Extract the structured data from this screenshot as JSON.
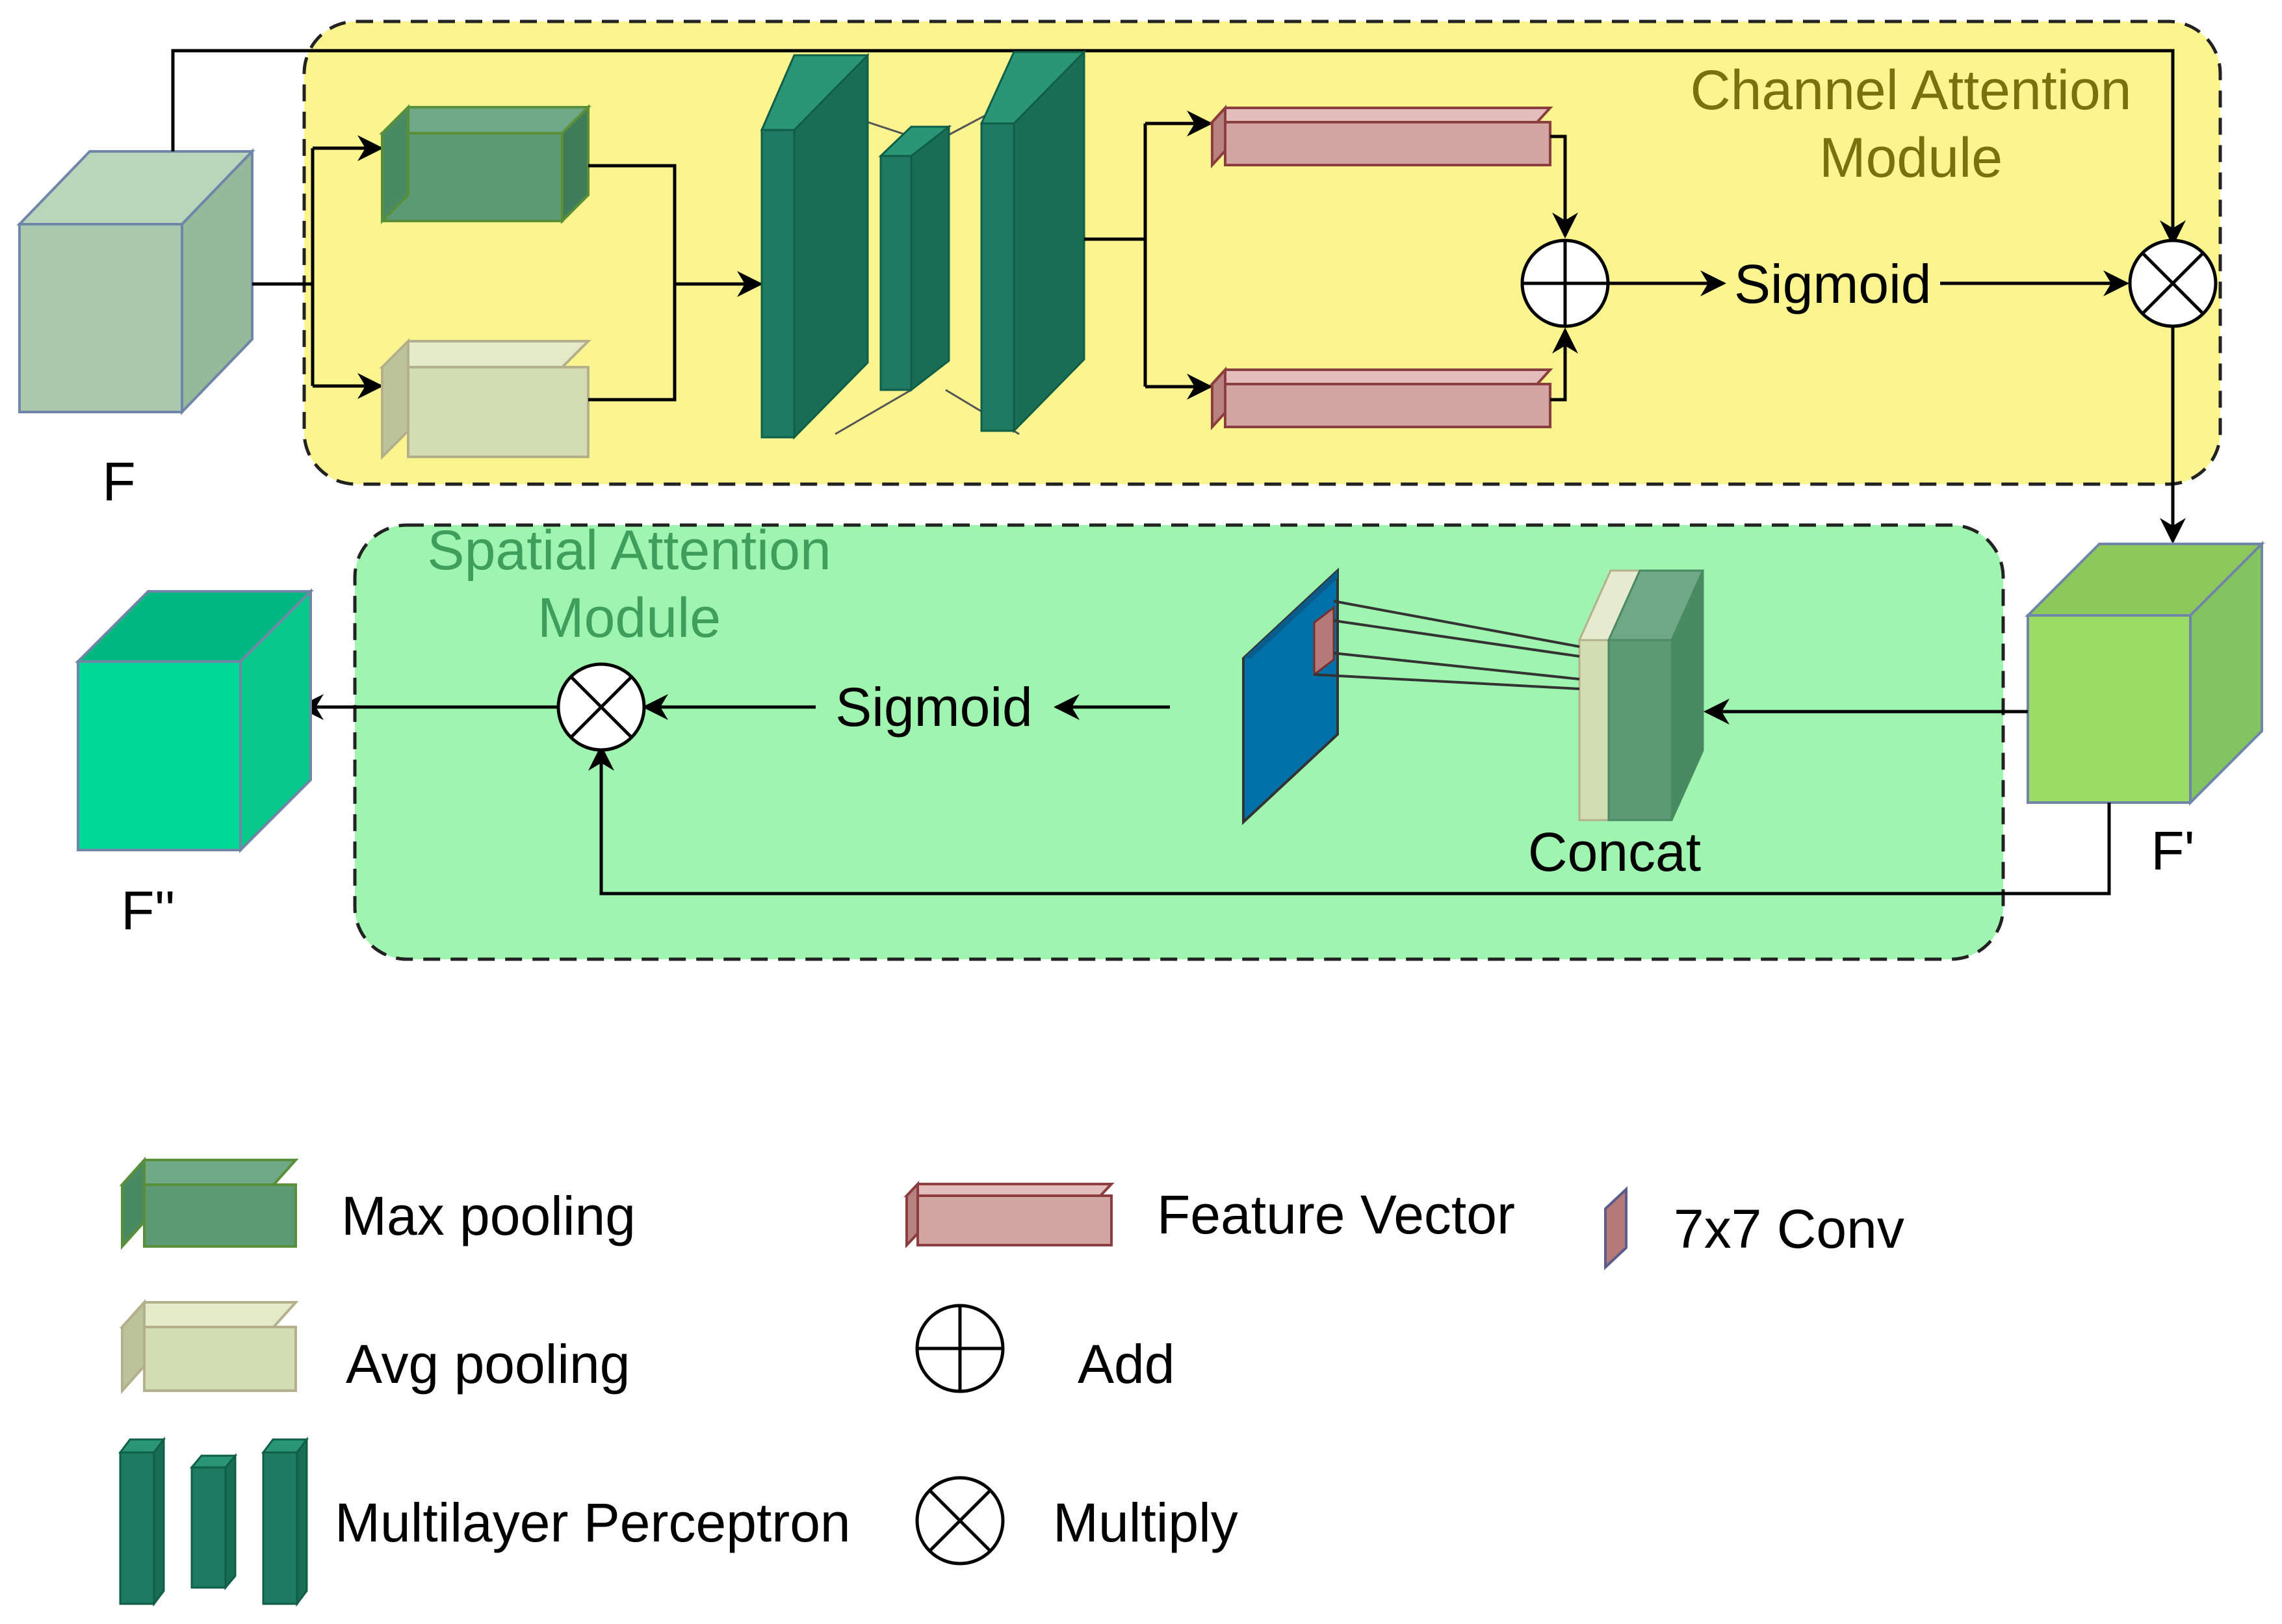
{
  "colors": {
    "channel_module_bg": "#fcf58f",
    "spatial_module_bg": "#9ff5b0",
    "channel_module_label": "#7a7010",
    "spatial_module_label": "#3f9e5c",
    "max_pooling": "#5c9a76",
    "avg_pooling": "#d4dcb4",
    "mlp": "#1e7b62",
    "feature_vector": "#d4a6a3",
    "input_F": "#aac8ad",
    "refined_F_prime": "#9cdb64",
    "output_F_double_prime": "#00d897",
    "spatial_map": "#0070a8"
  },
  "diagram": {
    "channel_module": {
      "title_line1": "Channel Attention",
      "title_line2": "Module"
    },
    "spatial_module": {
      "title_line1": "Spatial Attention",
      "title_line2": "Module"
    },
    "input_label": "F",
    "intermediate_label": "F'",
    "output_label": "F''",
    "channel_sigmoid": "Sigmoid",
    "spatial_sigmoid": "Sigmoid",
    "concat_label": "Concat"
  },
  "legend": {
    "max_pooling": "Max pooling",
    "avg_pooling": "Avg pooling",
    "mlp": "Multilayer Perceptron",
    "feature_vector": "Feature Vector",
    "add": "Add",
    "multiply": "Multiply",
    "conv": "7x7 Conv"
  },
  "icons": [
    "add-circle-plus-icon",
    "multiply-circle-x-icon",
    "arrow-icon"
  ]
}
